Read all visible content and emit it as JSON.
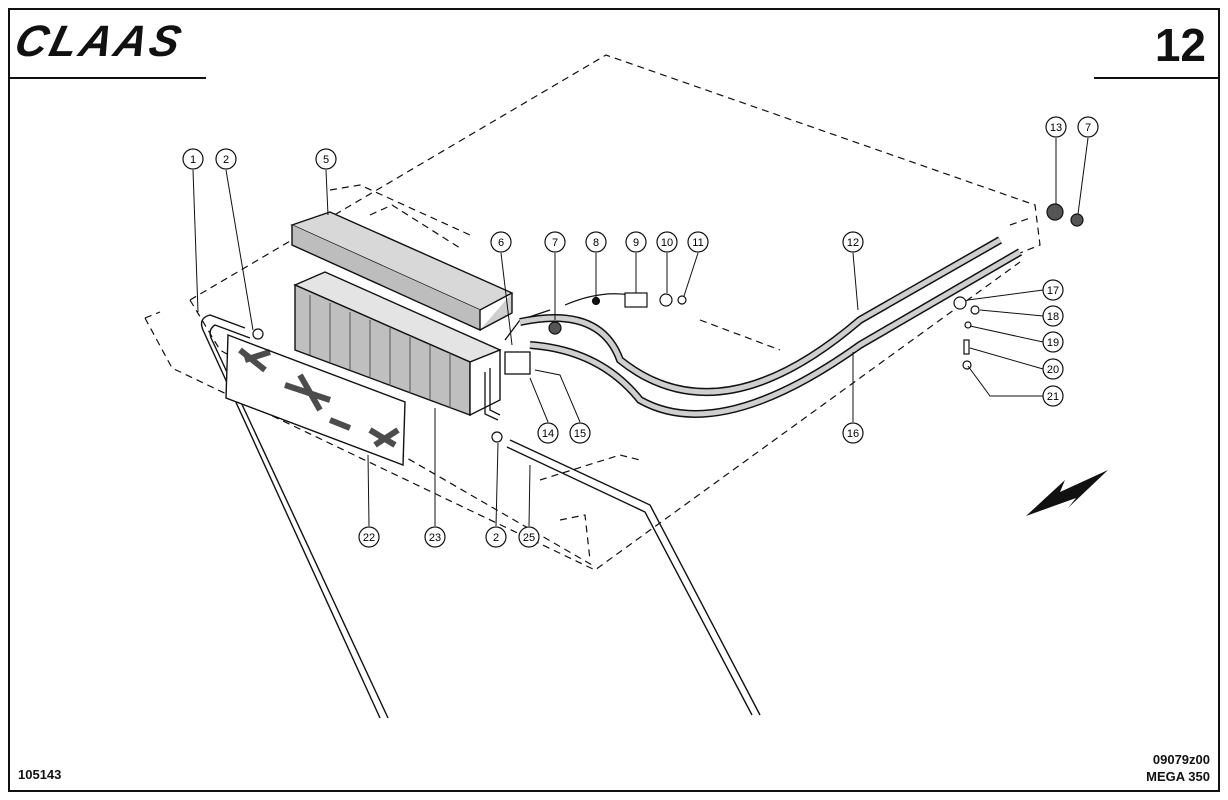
{
  "header": {
    "brand": "CLAAS",
    "page_number": "12"
  },
  "footer": {
    "drawing_id": "105143",
    "part_code": "09079z00",
    "model": "MEGA 350"
  },
  "callouts": [
    {
      "label": "1"
    },
    {
      "label": "2"
    },
    {
      "label": "5"
    },
    {
      "label": "6"
    },
    {
      "label": "7"
    },
    {
      "label": "8"
    },
    {
      "label": "9"
    },
    {
      "label": "10"
    },
    {
      "label": "11"
    },
    {
      "label": "12"
    },
    {
      "label": "13"
    },
    {
      "label": "7"
    },
    {
      "label": "17"
    },
    {
      "label": "18"
    },
    {
      "label": "19"
    },
    {
      "label": "20"
    },
    {
      "label": "21"
    },
    {
      "label": "16"
    },
    {
      "label": "14"
    },
    {
      "label": "15"
    },
    {
      "label": "22"
    },
    {
      "label": "23"
    },
    {
      "label": "2"
    },
    {
      "label": "25"
    }
  ]
}
